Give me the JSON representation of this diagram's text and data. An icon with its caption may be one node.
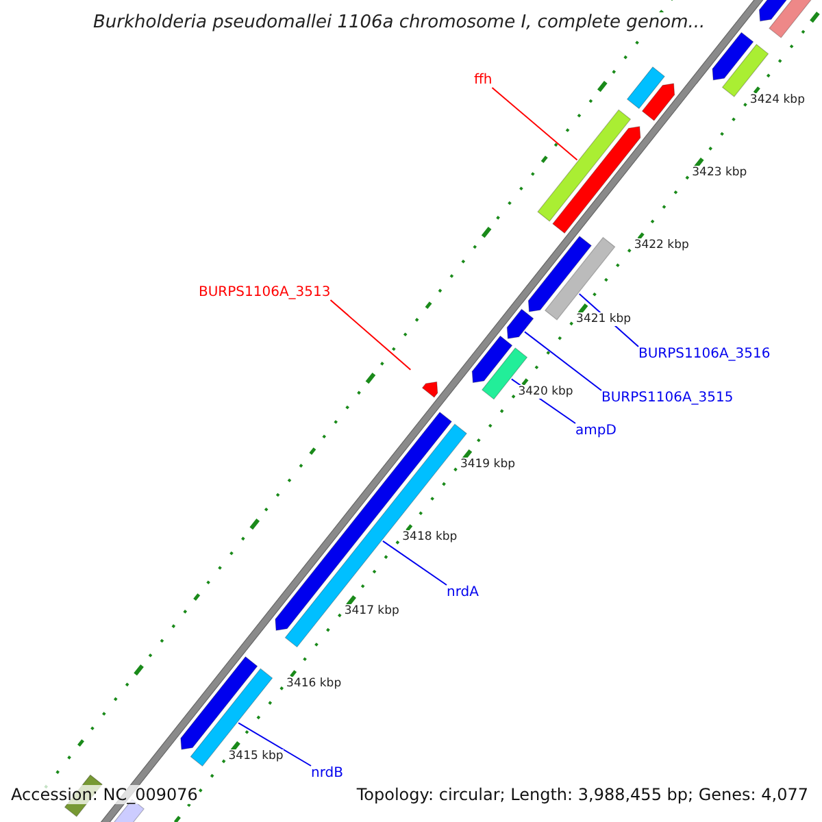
{
  "diagram": {
    "title": "Burkholderia pseudomallei 1106a chromosome I, complete genom...",
    "nodes": [
      {
        "text": [
          "ffh"
        ]
      },
      {
        "text": [
          "BURPS1106A_3513"
        ]
      },
      {
        "text": [
          "BURPS1106A_3516"
        ]
      },
      {
        "text": [
          "BURPS1106A_3515"
        ]
      },
      {
        "text": [
          "ampD"
        ]
      },
      {
        "text": [
          "nrdA"
        ]
      },
      {
        "text": [
          "nrdB"
        ]
      },
      {
        "text": [],
        "shape": "bar"
      },
      {
        "text": [],
        "shape": "bar"
      },
      {
        "text": [],
        "shape": "bar"
      },
      {
        "text": [],
        "shape": "bar"
      },
      {
        "text": [],
        "shape": "bar"
      },
      {
        "text": [],
        "shape": "bar"
      },
      {
        "text": [],
        "shape": "bar"
      }
    ],
    "edges": [
      {
        "from": 0,
        "to": 7,
        "arrow": "none",
        "color": "#ff0000"
      },
      {
        "from": 1,
        "to": 8,
        "arrow": "none",
        "color": "#ff0000"
      },
      {
        "from": 2,
        "to": 9,
        "arrow": "none"
      },
      {
        "from": 3,
        "to": 10,
        "arrow": "none"
      },
      {
        "from": 4,
        "to": 11,
        "arrow": "none"
      },
      {
        "from": 5,
        "to": 12,
        "arrow": "none"
      },
      {
        "from": 6,
        "to": 13,
        "arrow": "none"
      }
    ],
    "labels": [
      "3424 kbp",
      "3423 kbp",
      "3422 kbp",
      "3421 kbp",
      "3420 kbp",
      "3419 kbp",
      "3418 kbp",
      "3417 kbp",
      "3416 kbp",
      "3415 kbp",
      "Accession: NC_009076",
      "Topology: circular; Length: 3,988,455 bp; Genes: 4,077"
    ]
  }
}
